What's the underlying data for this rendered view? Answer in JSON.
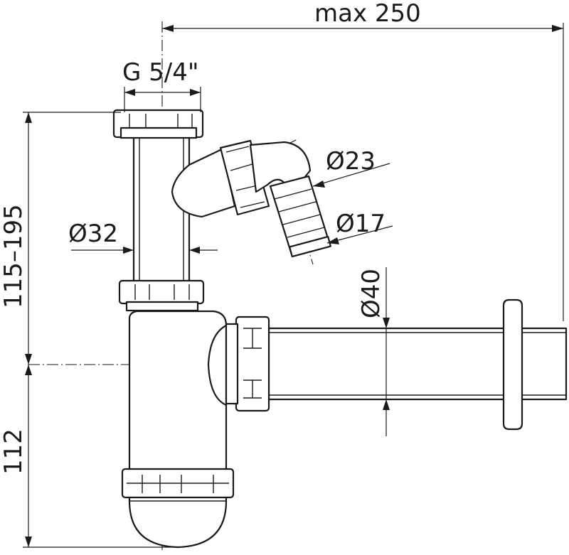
{
  "drawing": {
    "dimensions": {
      "max_width": "max 250",
      "thread": "G 5/4\"",
      "inlet_diameter": "Ø32",
      "hose_outer": "Ø23",
      "hose_inner": "Ø17",
      "outlet_diameter": "Ø40",
      "height_range": "115–195",
      "trap_height": "112"
    }
  }
}
